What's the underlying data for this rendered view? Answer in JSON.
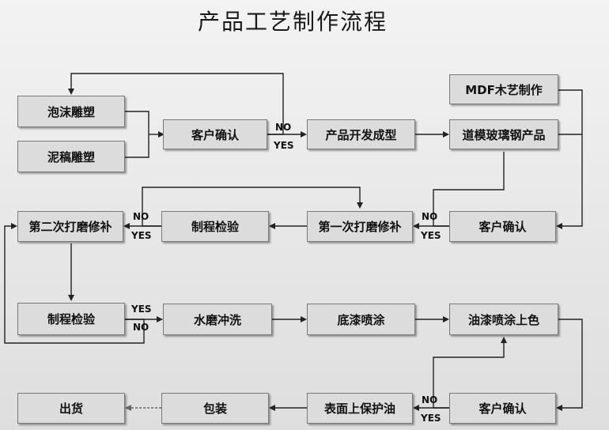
{
  "title": "产品工艺制作流程",
  "nodes": {
    "foam_sculpt": "泡沫雕塑",
    "clay_sculpt": "泥稿雕塑",
    "confirm_1": "客户确认",
    "develop": "产品开发成型",
    "mdf": "MDF木艺制作",
    "frp": "道模玻璃钢产品",
    "confirm_2": "客户确认",
    "polish_1": "第一次打磨修补",
    "inspect_1": "制程检验",
    "polish_2": "第二次打磨修补",
    "inspect_2": "制程检验",
    "wash": "水磨冲洗",
    "primer": "底漆喷涂",
    "paint": "油漆喷涂上色",
    "confirm_3": "客户确认",
    "protect_oil": "表面上保护油",
    "pack": "包装",
    "ship": "出货"
  },
  "decisions": {
    "no": "NO",
    "yes": "YES"
  }
}
